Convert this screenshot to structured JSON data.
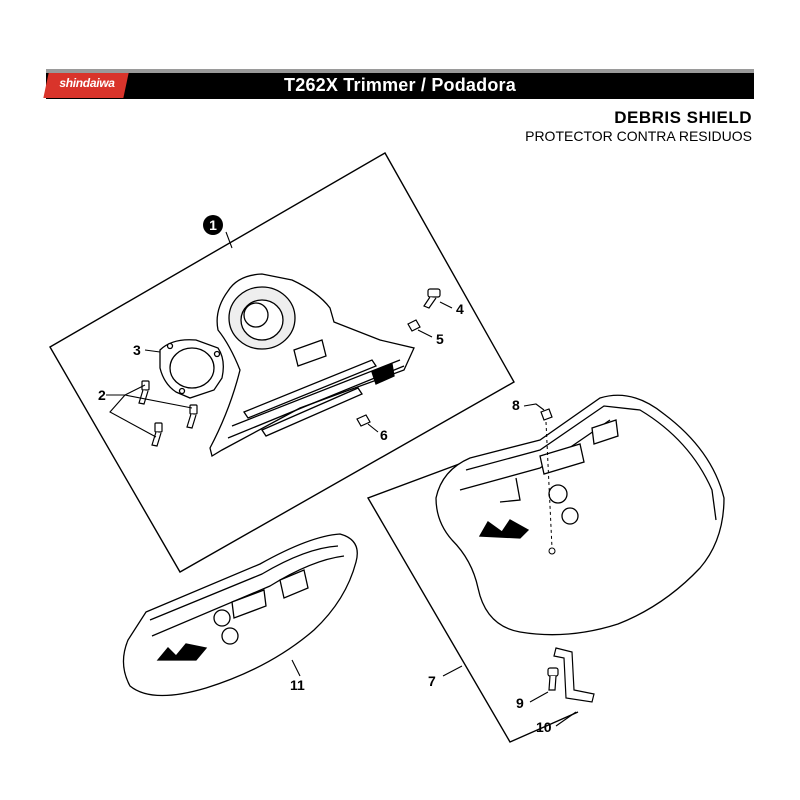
{
  "header": {
    "brand": "shindaiwa",
    "model_title": "T262X Trimmer / Podadora"
  },
  "section": {
    "title": "DEBRIS SHIELD",
    "subtitle": "PROTECTOR CONTRA RESIDUOS"
  },
  "callouts": {
    "c1": "1",
    "c2": "2",
    "c3": "3",
    "c4": "4",
    "c5": "5",
    "c6": "6",
    "c7": "7",
    "c8": "8",
    "c9": "9",
    "c10": "10",
    "c11": "11"
  },
  "colors": {
    "brand_red": "#d9342b",
    "header_black": "#000000",
    "header_stripe": "#9a9a9a"
  }
}
